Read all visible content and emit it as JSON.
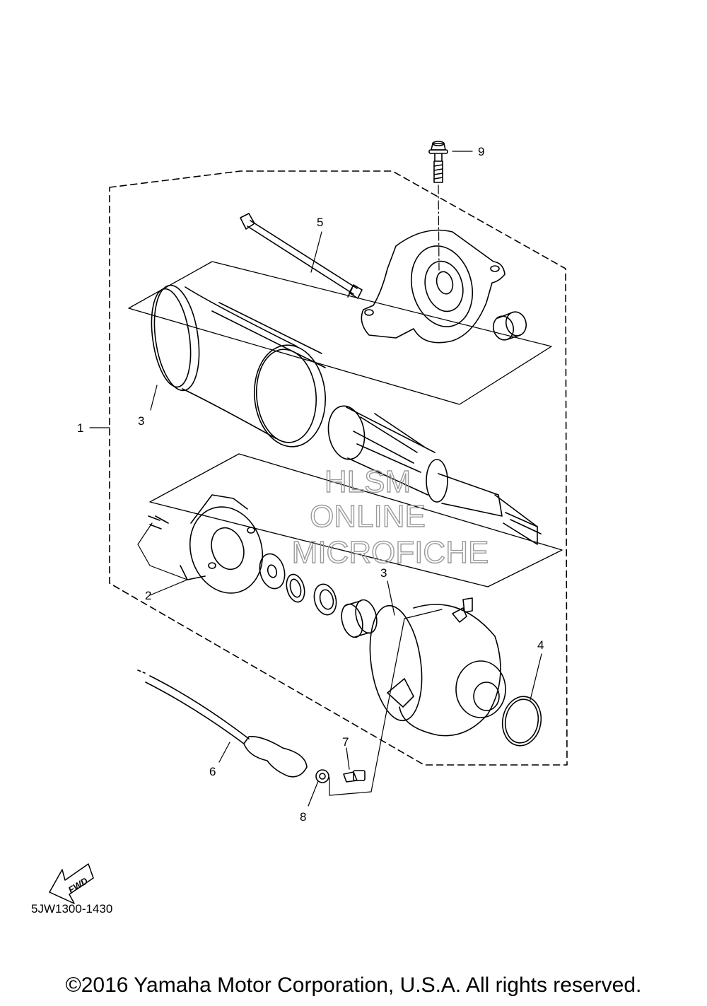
{
  "diagram": {
    "callouts": [
      "1",
      "2",
      "3",
      "3",
      "4",
      "5",
      "6",
      "7",
      "8",
      "9"
    ],
    "fwd_label": "FWD",
    "drawing_code": "5JW1300-1430",
    "watermark": [
      "HLSM",
      "ONLINE",
      "MICROFICHE"
    ],
    "icons": [
      "bolt-icon",
      "through-bolt-icon",
      "end-cover-icon",
      "bushing-icon",
      "yoke-icon",
      "armature-icon",
      "brush-holder-icon",
      "washer-icon",
      "bearing-icon",
      "front-cover-icon",
      "o-ring-icon",
      "lead-wire-icon",
      "nut-icon",
      "fwd-arrow-icon"
    ]
  },
  "footer": {
    "copyright": "©2016 Yamaha Motor Corporation, U.S.A. All rights reserved."
  }
}
